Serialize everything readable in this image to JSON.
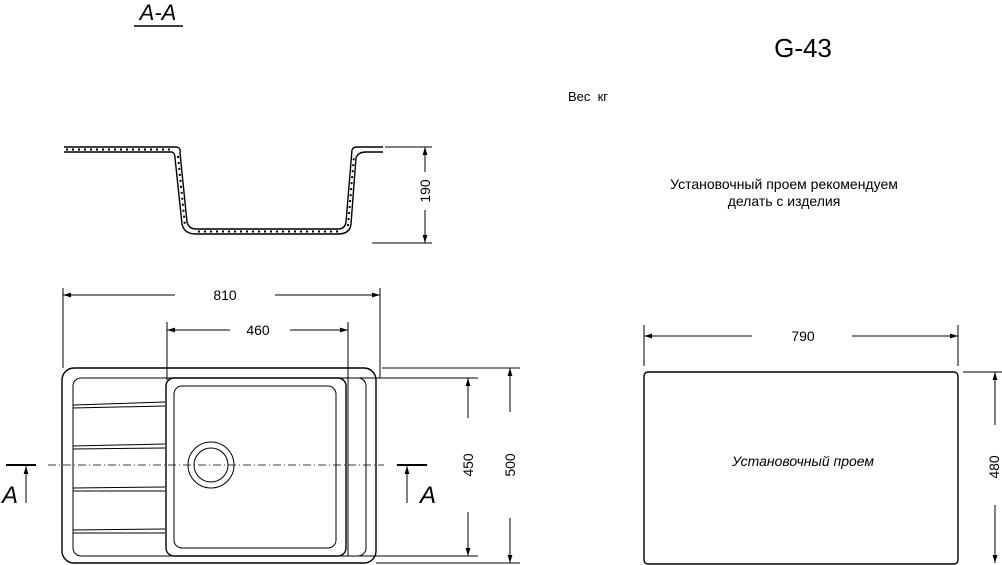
{
  "section": {
    "title": "A-A",
    "depth": "190",
    "mark_left": "A",
    "mark_right": "A"
  },
  "model": {
    "name": "G-43",
    "weight_label": "Вес  кг"
  },
  "note": {
    "line1": "Установочный проем рекомендуем",
    "line2": "делать с изделия"
  },
  "sink_dims": {
    "width": "810",
    "bowl_width": "460",
    "bowl_depth": "450",
    "depth": "500"
  },
  "cutout": {
    "label": "Установочный проем",
    "width": "790",
    "height": "480"
  }
}
